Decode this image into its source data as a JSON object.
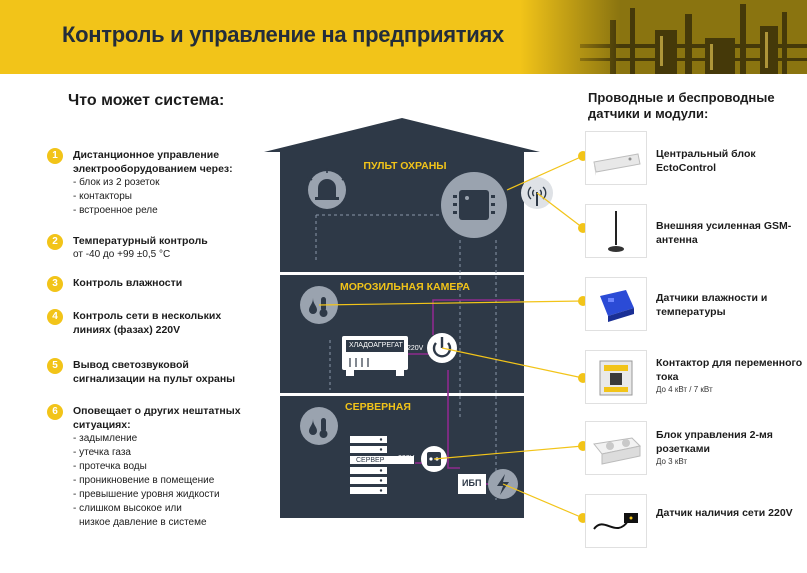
{
  "header": {
    "title": "Контроль и управление на предприятиях"
  },
  "left": {
    "title": "Что может система:",
    "features": [
      {
        "num": "1",
        "title": "Дистанционное управление электрооборудованием через:",
        "sub": [
          "- блок из 2 розеток",
          "- контакторы",
          "- встроенное реле"
        ]
      },
      {
        "num": "2",
        "title": "Температурный контроль",
        "sub": [
          "от -40 до +99 ±0,5 °С"
        ]
      },
      {
        "num": "3",
        "title": "Контроль влажности",
        "sub": []
      },
      {
        "num": "4",
        "title": "Контроль сети в нескольких линиях (фазах) 220V",
        "sub": []
      },
      {
        "num": "5",
        "title": "Вывод светозвуковой сигнализации на пульт охраны",
        "sub": []
      },
      {
        "num": "6",
        "title": "Оповещает о других нештатных ситуациях:",
        "sub": [
          "- задымление",
          "- утечка газа",
          "- протечка воды",
          "- проникновение в помещение",
          "- превышение уровня жидкости",
          "- слишком высокое или",
          "  низкое давление в системе"
        ]
      }
    ]
  },
  "house": {
    "zones": [
      {
        "label": "ПУЛЬТ ОХРАНЫ"
      },
      {
        "label": "МОРОЗИЛЬНАЯ КАМЕРА"
      },
      {
        "label": "СЕРВЕРНАЯ"
      }
    ],
    "freezer_unit_label": "ХЛАДОАГРЕГАТ",
    "server_label": "СЕРВЕР",
    "voltage_1": "220V",
    "voltage_2": "220V",
    "ups_label": "ИБП"
  },
  "right": {
    "title": "Проводные и беспроводные датчики и модули:",
    "devices": [
      {
        "name": "Центральный блок EctoControl",
        "note": ""
      },
      {
        "name": "Внешняя усиленная GSM-антенна",
        "note": ""
      },
      {
        "name": "Датчики влажности и температуры",
        "note": ""
      },
      {
        "name": "Контактор для переменного тока",
        "note": "До 4 кВт / 7 кВт"
      },
      {
        "name": "Блок управления 2-мя розетками",
        "note": "До 3 кВт"
      },
      {
        "name": "Датчик наличия сети 220V",
        "note": ""
      }
    ]
  },
  "colors": {
    "accent": "#f2c419",
    "house": "#2e3947",
    "line": "#8e2a8e"
  }
}
